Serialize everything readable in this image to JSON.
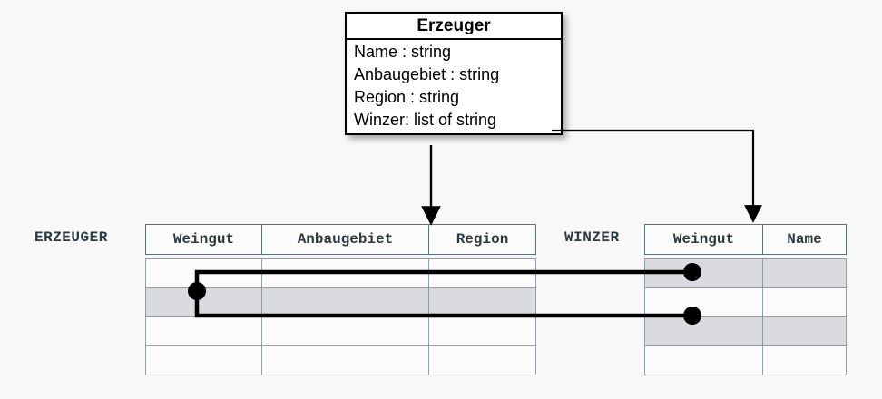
{
  "diagram": {
    "title_class": "Erzeuger",
    "uml_class": {
      "name": "Erzeuger",
      "attributes": [
        "Name : string",
        "Anbaugebiet : string",
        "Region : string",
        "Winzer: list of string"
      ]
    },
    "tables": [
      {
        "label": "ERZEUGER",
        "columns": [
          "Weingut",
          "Anbaugebiet",
          "Region"
        ],
        "row_count": 4,
        "shaded_rows": [
          2
        ]
      },
      {
        "label": "WINZER",
        "columns": [
          "Weingut",
          "Name"
        ],
        "row_count": 4,
        "shaded_rows": [
          1,
          3
        ]
      }
    ],
    "colors": {
      "background": "#f8f8f8",
      "box_border": "#000000",
      "box_fill": "#ffffff",
      "table_border": "#5d7179",
      "table_inner_border": "#8ea0a6",
      "row_shade": "#d9dbde",
      "connector": "#000000",
      "label_text": "#2b3a42"
    },
    "connectors": {
      "arrow_to_erzeuger": "Erzeuger class maps to ERZEUGER table",
      "arrow_to_winzer": "Winzer attribute maps to WINZER table",
      "link_upper": "ERZEUGER.Weingut row 2 to WINZER row 1",
      "link_lower": "ERZEUGER.Weingut row 2 to WINZER row 3"
    }
  }
}
